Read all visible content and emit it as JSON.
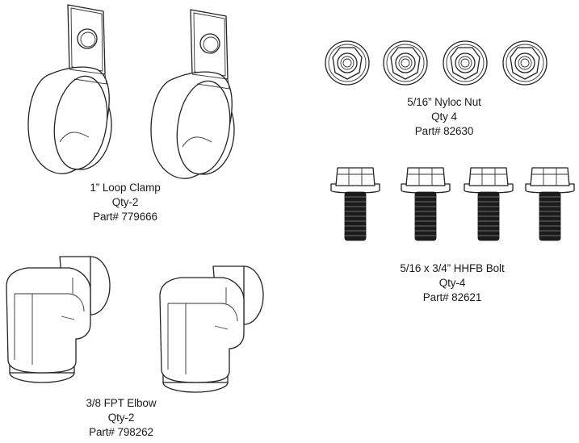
{
  "parts": [
    {
      "name": "1” Loop Clamp",
      "qty": "Qty-2",
      "part": "Part# 779666"
    },
    {
      "name": "5/16” Nyloc Nut",
      "qty": "Qty 4",
      "part": "Part# 82630"
    },
    {
      "name": "5/16 x 3/4” HHFB Bolt",
      "qty": "Qty-4",
      "part": "Part# 82621"
    },
    {
      "name": "3/8 FPT Elbow",
      "qty": "Qty-2",
      "part": "Part# 798262"
    }
  ],
  "colors": {
    "line": "#222222",
    "thread": "#1c1c1c",
    "background": "#ffffff"
  },
  "icons": [
    "loop-clamp-icon",
    "nyloc-nut-icon",
    "hhfb-bolt-icon",
    "fpt-elbow-icon"
  ]
}
